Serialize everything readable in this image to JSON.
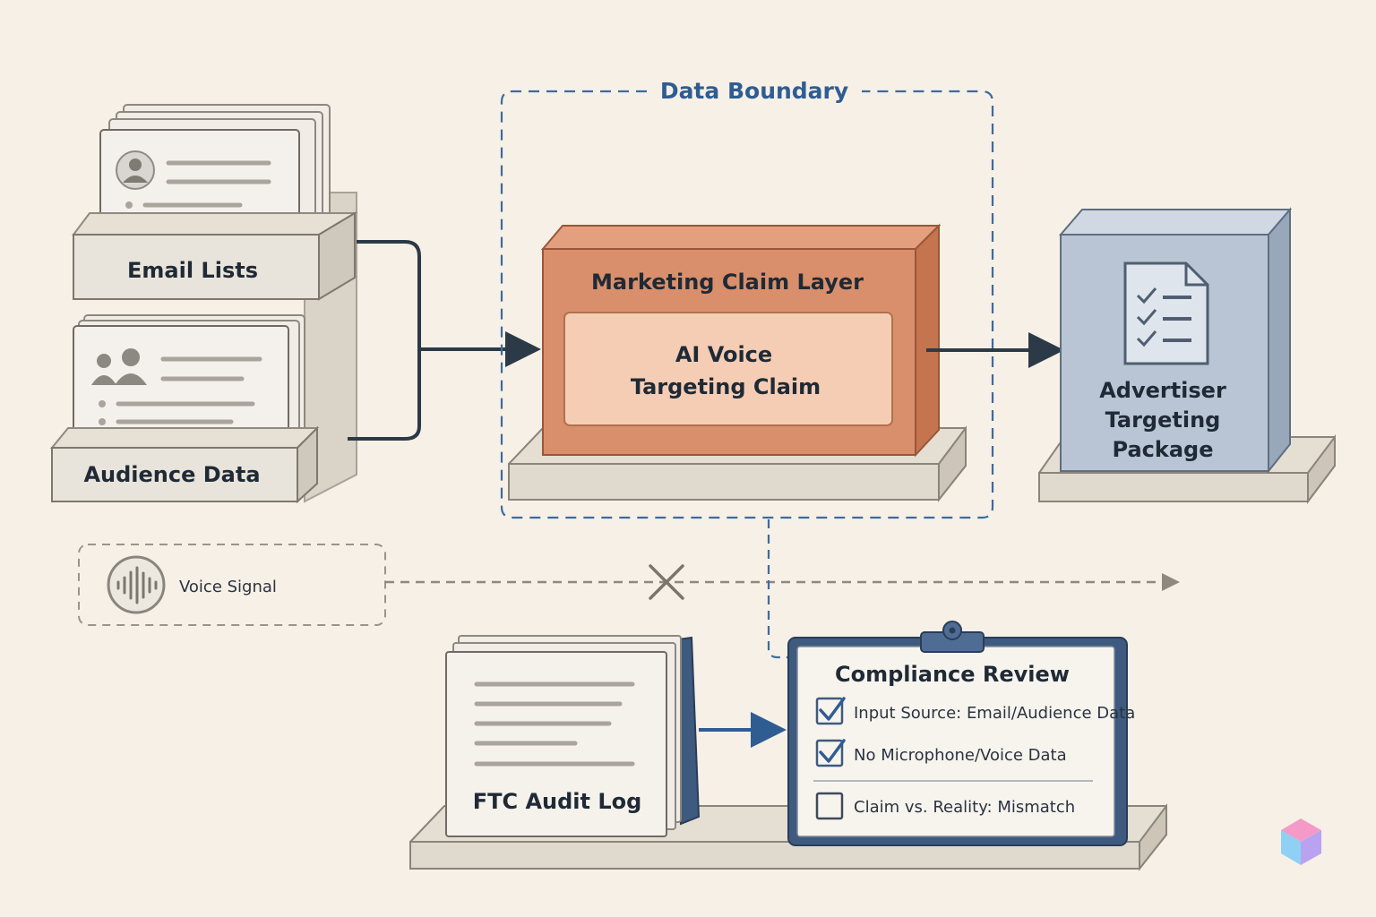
{
  "boundary": {
    "label": "Data Boundary"
  },
  "inputs": {
    "email_lists": "Email Lists",
    "audience_data": "Audience Data",
    "voice_signal": "Voice Signal"
  },
  "claim_layer": {
    "title": "Marketing Claim Layer",
    "inner_line1": "AI Voice",
    "inner_line2": "Targeting Claim"
  },
  "output": {
    "line1": "Advertiser",
    "line2": "Targeting",
    "line3": "Package"
  },
  "audit_log": {
    "label": "FTC Audit Log"
  },
  "compliance": {
    "title": "Compliance Review",
    "items": [
      {
        "text": "Input Source: Email/Audience Data",
        "checked": true
      },
      {
        "text": "No Microphone/Voice Data",
        "checked": true
      },
      {
        "text": "Claim vs. Reality: Mismatch",
        "checked": false
      }
    ]
  },
  "colors": {
    "background": "#f7f0e6",
    "boundary": "#3d6a9e",
    "claim_block": "#d98f6c",
    "claim_inner": "#f5cdb4",
    "package": "#b9c5d4",
    "connector": "#2c3a47",
    "compliance_frame": "#3e5a7e"
  }
}
